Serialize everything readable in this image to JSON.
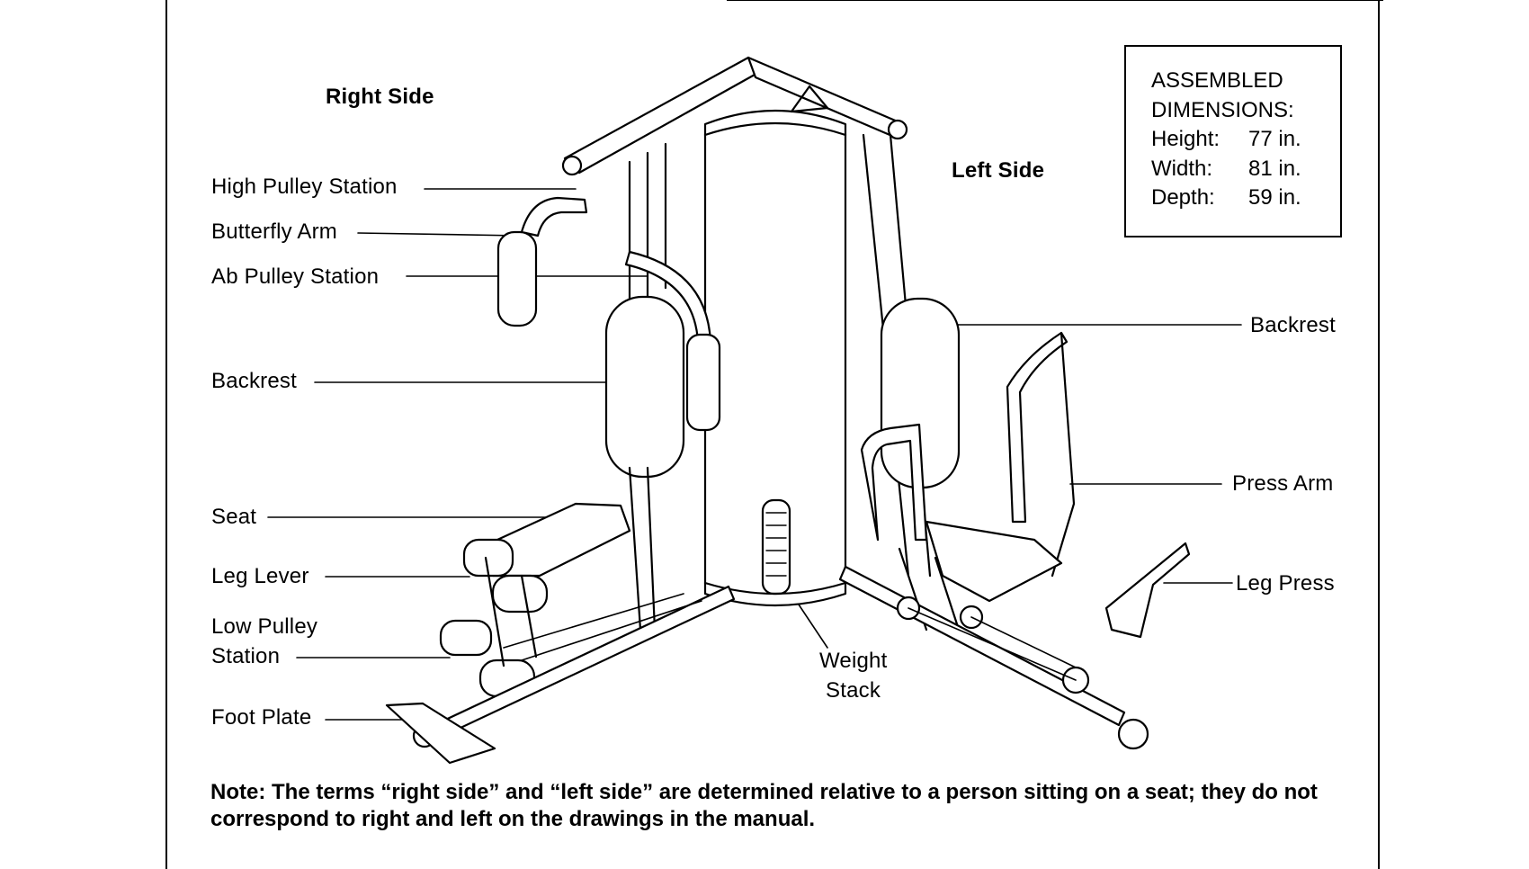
{
  "headings": {
    "right_side": "Right Side",
    "left_side": "Left Side"
  },
  "dimensions": {
    "title_line1": "ASSEMBLED",
    "title_line2": "DIMENSIONS:",
    "rows": [
      {
        "label": "Height:",
        "value": "77 in."
      },
      {
        "label": "Width:",
        "value": "81 in."
      },
      {
        "label": "Depth:",
        "value": "59 in."
      }
    ]
  },
  "labels": {
    "high_pulley_station": "High Pulley Station",
    "butterfly_arm": "Butterfly Arm",
    "ab_pulley_station": "Ab Pulley Station",
    "backrest_right": "Backrest",
    "seat": "Seat",
    "leg_lever": "Leg Lever",
    "low_pulley_station_line1": "Low Pulley",
    "low_pulley_station_line2": "Station",
    "foot_plate": "Foot Plate",
    "weight_stack_line1": "Weight",
    "weight_stack_line2": "Stack",
    "backrest_left": "Backrest",
    "press_arm": "Press Arm",
    "leg_press": "Leg Press"
  },
  "note": "Note: The terms “right side” and “left side” are determined relative to a person sitting on a seat; they do not correspond to right and left on the drawings in the manual."
}
